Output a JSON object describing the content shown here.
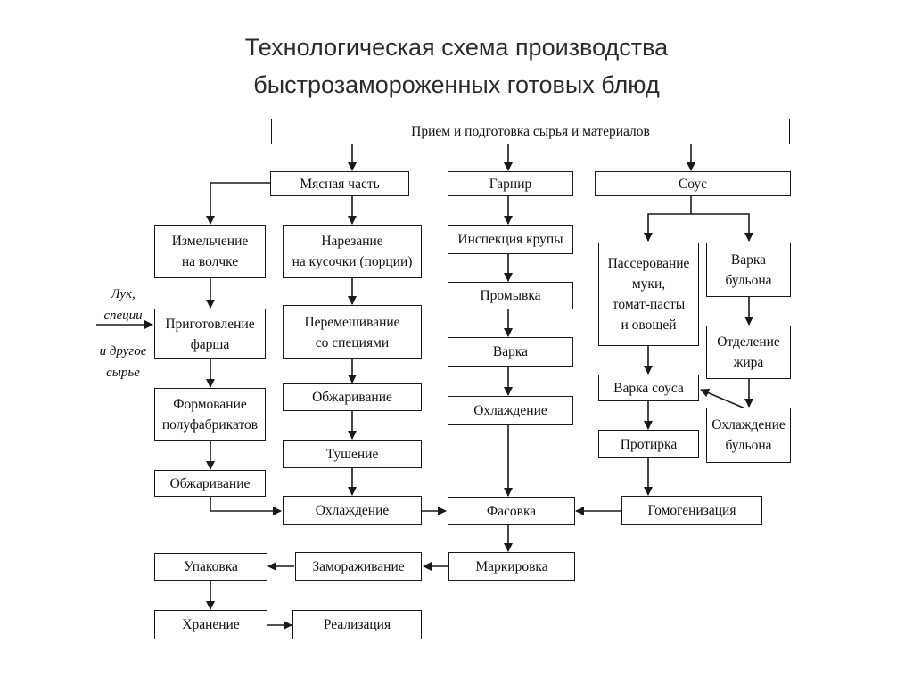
{
  "title_line1": "Технологическая схема производства",
  "title_line2": "быстрозамороженных готовых блюд",
  "nodes": {
    "priem": "Прием и подготовка сырья и материалов",
    "myasnaya": "Мясная часть",
    "garnir": "Гарнир",
    "sous": "Соус",
    "izmelchenie": "Измельчение\nна волчке",
    "narezanie": "Нарезание\nна кусочки (порции)",
    "inspekciya": "Инспекция крупы",
    "passerovanie": "Пассерование\nмуки,\nтомат-пасты\nи овощей",
    "varka_bulona": "Варка\nбульона",
    "prigotovlenie": "Приготовление\nфарша",
    "peremeshivanie": "Перемешивание\nсо специями",
    "promyvka": "Промывка",
    "otdelenie": "Отделение\nжира",
    "varka": "Варка",
    "formovanie": "Формование\nполуфабрикатов",
    "obzharivanie_mid": "Обжаривание",
    "ohlazhdenie_garnir": "Охлаждение",
    "varka_sousa": "Варка соуса",
    "ohlazhdenie_bulona": "Охлаждение\nбульона",
    "tushenie": "Тушение",
    "protirka": "Протирка",
    "obzharivanie_left": "Обжаривание",
    "ohlazhdenie_main": "Охлаждение",
    "fasovka": "Фасовка",
    "gomogenizaciya": "Гомогенизация",
    "upakovka": "Упаковка",
    "zamorazhivanie": "Замораживание",
    "markirovka": "Маркировка",
    "hranenie": "Хранение",
    "realizaciya": "Реализация"
  },
  "side_note_line1": "Лук,",
  "side_note_line2": "специи",
  "side_note_line3": "и другое",
  "side_note_line4": "сырье"
}
